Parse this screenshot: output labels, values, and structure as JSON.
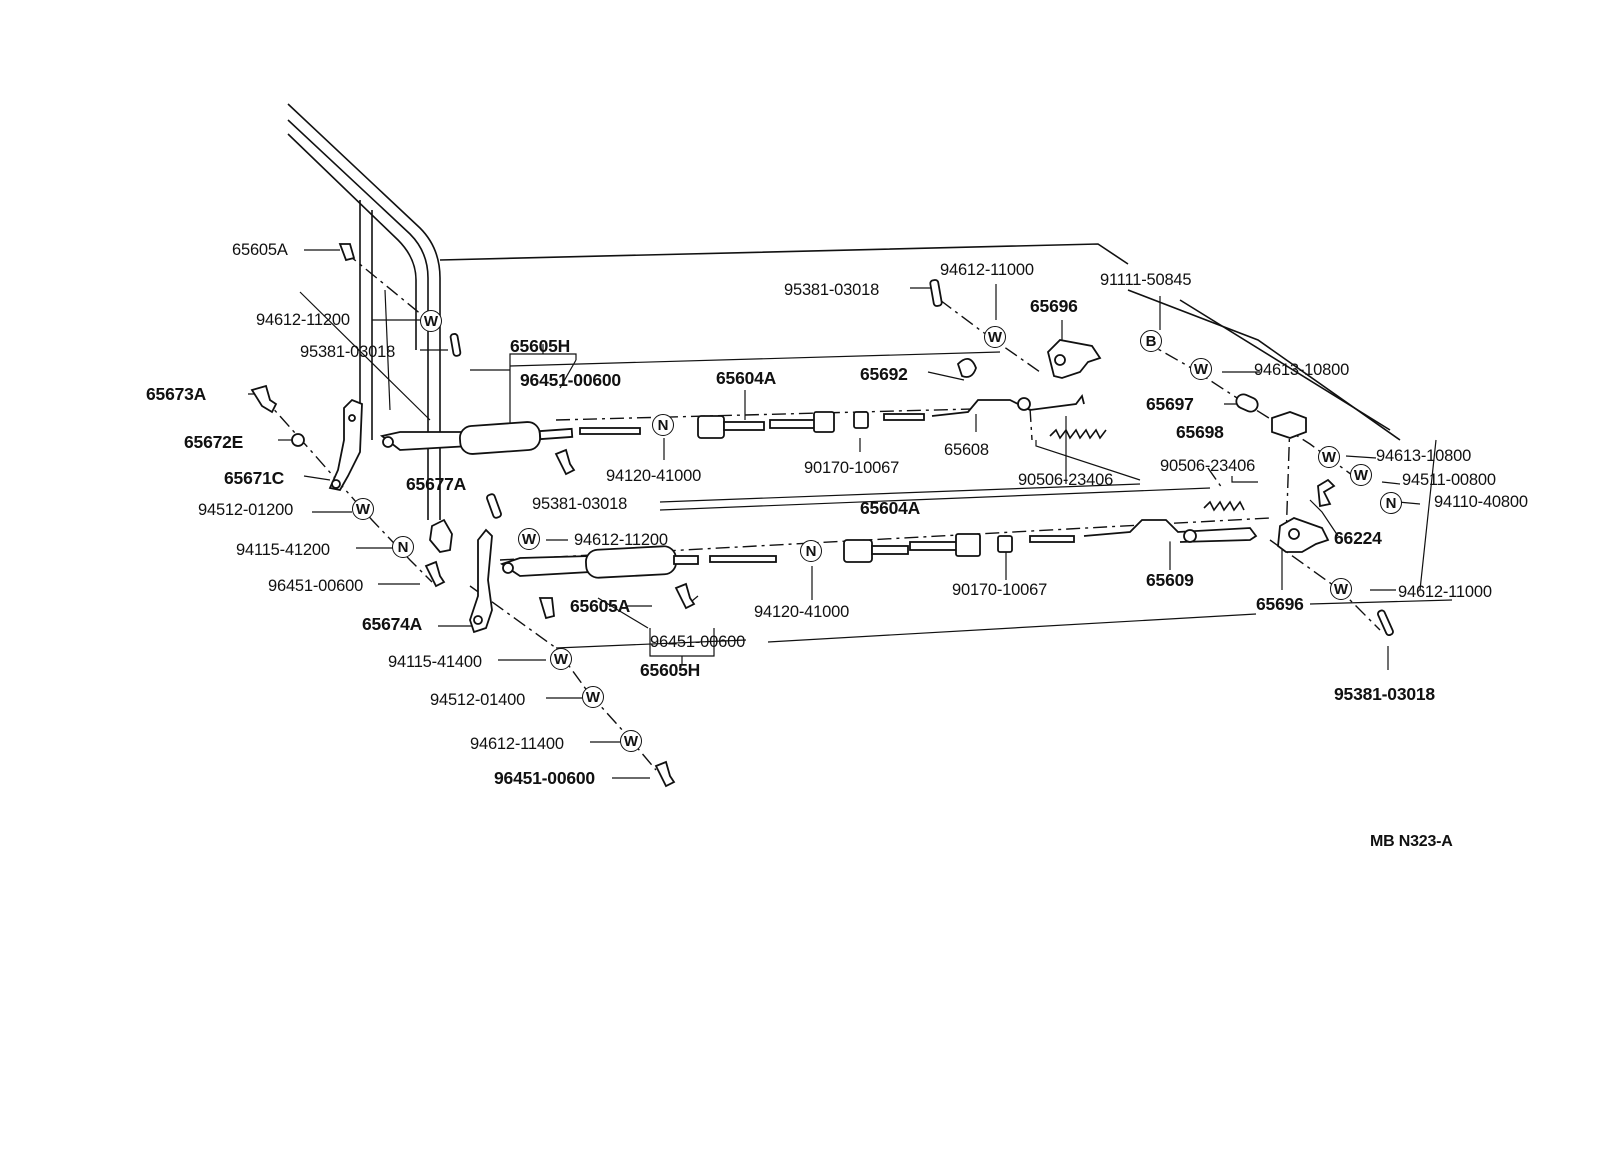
{
  "diagram_code": "MB N323-A",
  "symbols": {
    "washer": "W",
    "nut": "N",
    "bolt": "B"
  },
  "labels": [
    {
      "id": "l1",
      "text": "65605A"
    },
    {
      "id": "l2",
      "text": "94612-11200"
    },
    {
      "id": "l3",
      "text": "95381-03018"
    },
    {
      "id": "l4",
      "text": "65605H"
    },
    {
      "id": "l5",
      "text": "96451-00600"
    },
    {
      "id": "l6",
      "text": "65604A"
    },
    {
      "id": "l7",
      "text": "65673A"
    },
    {
      "id": "l8",
      "text": "65672E"
    },
    {
      "id": "l9",
      "text": "65671C"
    },
    {
      "id": "l10",
      "text": "65677A"
    },
    {
      "id": "l11",
      "text": "94120-41000"
    },
    {
      "id": "l12",
      "text": "90170-10067"
    },
    {
      "id": "l13",
      "text": "65608"
    },
    {
      "id": "l14",
      "text": "65692"
    },
    {
      "id": "l15",
      "text": "95381-03018"
    },
    {
      "id": "l16",
      "text": "94612-11000"
    },
    {
      "id": "l17",
      "text": "65696"
    },
    {
      "id": "l18",
      "text": "91111-50845"
    },
    {
      "id": "l19",
      "text": "94613-10800"
    },
    {
      "id": "l20",
      "text": "65697"
    },
    {
      "id": "l21",
      "text": "65698"
    },
    {
      "id": "l22",
      "text": "94613-10800"
    },
    {
      "id": "l23",
      "text": "90506-23406"
    },
    {
      "id": "l24",
      "text": "90506-23406"
    },
    {
      "id": "l25",
      "text": "94511-00800"
    },
    {
      "id": "l26",
      "text": "94110-40800"
    },
    {
      "id": "l27",
      "text": "66224"
    },
    {
      "id": "l28",
      "text": "94512-01200"
    },
    {
      "id": "l29",
      "text": "94115-41200"
    },
    {
      "id": "l30",
      "text": "96451-00600"
    },
    {
      "id": "l31",
      "text": "65674A"
    },
    {
      "id": "l32",
      "text": "95381-03018"
    },
    {
      "id": "l33",
      "text": "94612-11200"
    },
    {
      "id": "l34",
      "text": "65605A"
    },
    {
      "id": "l35",
      "text": "96451-00600"
    },
    {
      "id": "l36",
      "text": "65605H"
    },
    {
      "id": "l37",
      "text": "65604A"
    },
    {
      "id": "l38",
      "text": "94120-41000"
    },
    {
      "id": "l39",
      "text": "90170-10067"
    },
    {
      "id": "l40",
      "text": "65609"
    },
    {
      "id": "l41",
      "text": "65696"
    },
    {
      "id": "l42",
      "text": "94612-11000"
    },
    {
      "id": "l43",
      "text": "95381-03018"
    },
    {
      "id": "l44",
      "text": "94115-41400"
    },
    {
      "id": "l45",
      "text": "94512-01400"
    },
    {
      "id": "l46",
      "text": "94612-11400"
    },
    {
      "id": "l47",
      "text": "96451-00600"
    }
  ]
}
